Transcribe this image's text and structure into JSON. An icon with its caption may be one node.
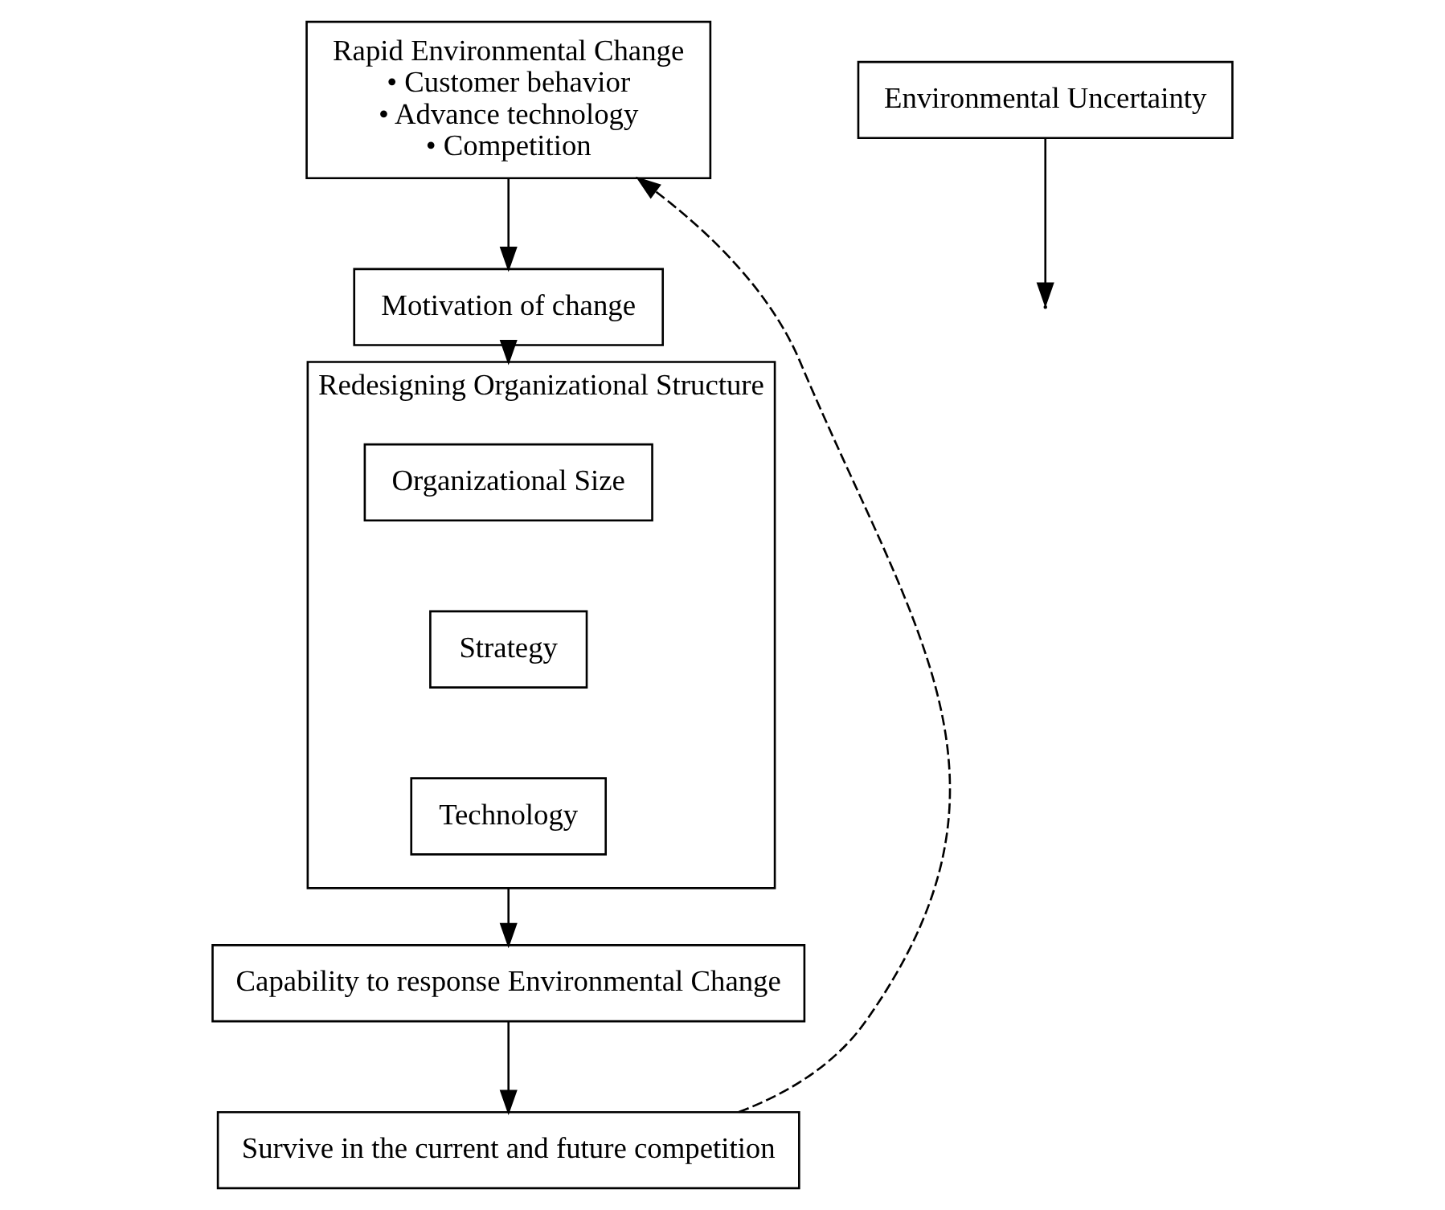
{
  "diagram": {
    "nodes": [
      {
        "text": [
          "Rapid Environmental Change",
          "• Customer behavior",
          "• Advance technology",
          "• Competition"
        ]
      },
      {
        "text": [
          "Survive in the current and future competition"
        ]
      },
      {
        "text": [
          "Motivation of change"
        ]
      },
      {
        "text": [
          "Redesigning Organizational Structure"
        ]
      },
      {
        "text": [
          "Organizational Size"
        ],
        "in": 3
      },
      {
        "text": [
          "Strategy"
        ],
        "in": 3
      },
      {
        "text": [
          "Technology"
        ],
        "in": 3
      },
      {
        "text": [
          "Environmental Uncertainty"
        ]
      },
      {
        "text": [
          "Capability to response Environmental Change"
        ]
      }
    ],
    "edges": [
      {
        "from": 0,
        "to": 2,
        "arrow": "to"
      },
      {
        "from": 2,
        "to": 3,
        "arrow": "to"
      },
      {
        "from": 3,
        "to": 8,
        "arrow": "to"
      },
      {
        "from": 7,
        "to": null,
        "arrow": "to"
      },
      {
        "from": 8,
        "to": 1,
        "arrow": "to"
      },
      {
        "from": 1,
        "to": 0,
        "arrow": "to",
        "style": "dashed"
      }
    ]
  }
}
